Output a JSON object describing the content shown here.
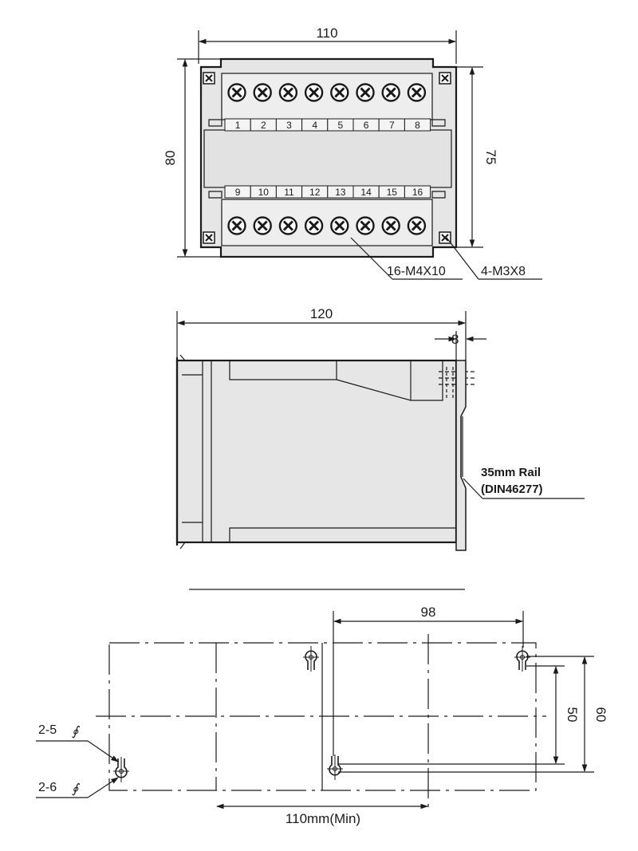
{
  "top_view": {
    "width_label": "110",
    "height_outer_label": "80",
    "height_inner_label": "75",
    "terminals_top": [
      "1",
      "2",
      "3",
      "4",
      "5",
      "6",
      "7",
      "8"
    ],
    "terminals_bottom": [
      "9",
      "10",
      "11",
      "12",
      "13",
      "14",
      "15",
      "16"
    ],
    "screw_callout": "16-M4X10",
    "mount_callout": "4-M3X8"
  },
  "side_view": {
    "length_label": "120",
    "rail_offset_label": "8",
    "rail_label_line1": "35mm  Rail",
    "rail_label_line2": "(DIN46277)"
  },
  "cutout_view": {
    "hole_spacing_label": "98",
    "vertical_inner_label": "50",
    "vertical_outer_label": "60",
    "min_width_label": "110mm(Min)",
    "hole_label_top": "2-5",
    "hole_label_bottom": "2-6"
  }
}
